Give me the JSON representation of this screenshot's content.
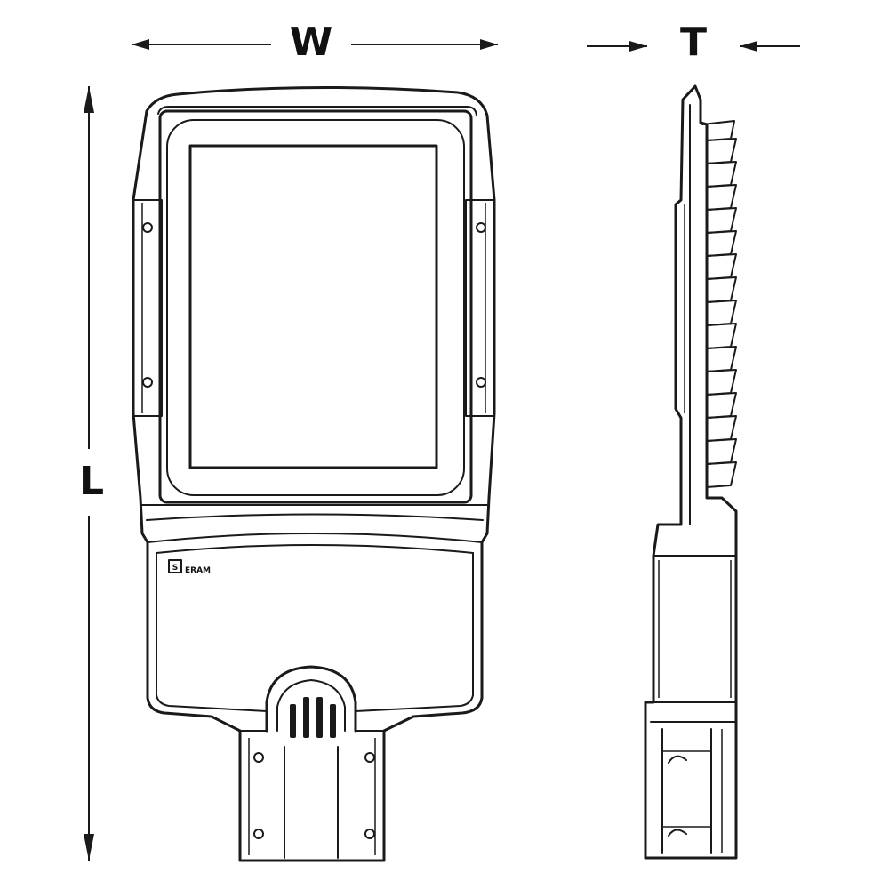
{
  "dimensions": {
    "width_label": "W",
    "thickness_label": "T",
    "length_label": "L"
  },
  "branding": {
    "logo_letter": "S",
    "logo_text": "ERAM"
  },
  "colors": {
    "line": "#1a1a1a",
    "background": "#ffffff"
  }
}
